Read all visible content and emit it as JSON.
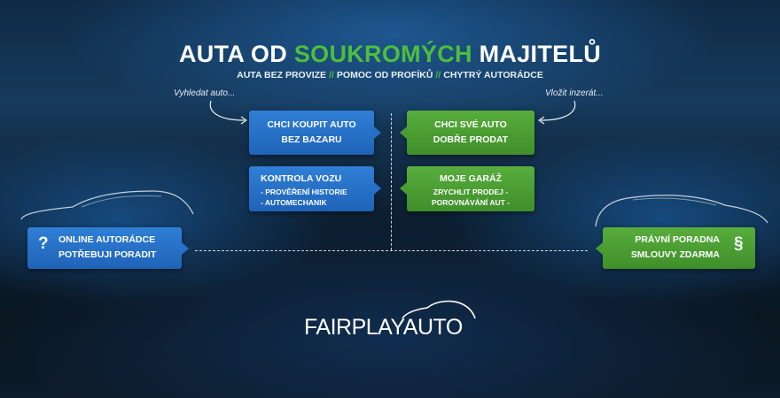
{
  "hero": {
    "title_part1": "AUTA OD ",
    "title_accent": "SOUKROMÝCH",
    "title_part2": " MAJITELŮ",
    "subtitle_items": [
      "AUTA BEZ PROVIZE",
      "POMOC OD PROFÍKŮ",
      "CHYTRÝ AUTORÁDCE"
    ],
    "separator": "//"
  },
  "hints": {
    "left": "Vyhledat auto...",
    "right": "Vložit inzerát..."
  },
  "boxes": {
    "buy": {
      "line1": "CHCI KOUPIT AUTO",
      "line2": "BEZ BAZARU"
    },
    "sell": {
      "line1": "CHCI SVÉ AUTO",
      "line2": "DOBŘE PRODAT"
    },
    "inspection": {
      "title": "KONTROLA VOZU",
      "items": [
        "- PROVĚŘENÍ HISTORIE",
        "- AUTOMECHANIK"
      ]
    },
    "garage": {
      "title": "MOJE GARÁŽ",
      "items": [
        "ZRYCHLIT PRODEJ -",
        "POROVNÁVÁNÍ AUT -"
      ]
    },
    "advisor": {
      "icon": "?",
      "line1": "ONLINE AUTORÁDCE",
      "line2": "POTŘEBUJI PORADIT"
    },
    "legal": {
      "icon": "§",
      "line1": "PRÁVNÍ PORADNA",
      "line2": "SMLOUVY ZDARMA"
    }
  },
  "logo": {
    "part1": "FAIRPLAY",
    "part2": "AUTO"
  },
  "colors": {
    "accent_green": "#4cbf3c",
    "box_blue": "#2470c6",
    "box_green": "#4a9c32"
  },
  "icons": [
    "question-mark-icon",
    "paragraph-icon",
    "car-outline-icon",
    "logo-car-icon",
    "curved-arrow-icon"
  ]
}
